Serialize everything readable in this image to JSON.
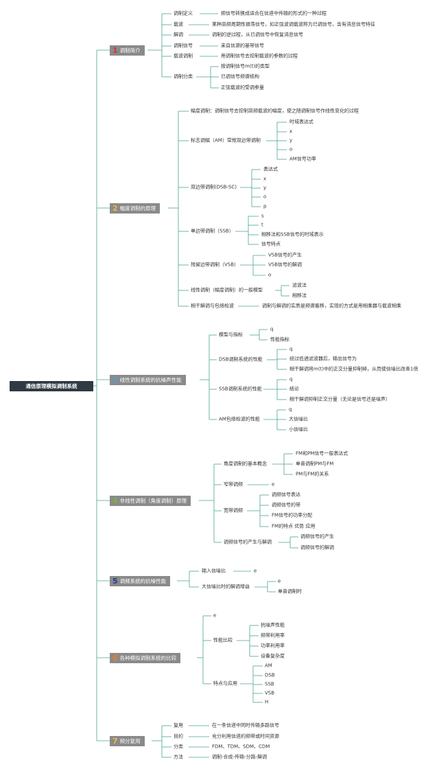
{
  "colors": {
    "line": "#4aa394",
    "section_bg": "#8a8a8a",
    "root_bg": "#2f3a44",
    "num1": "#e0323c",
    "num2": "#f1b542",
    "num3": "#4aa3d8",
    "num4": "#79b63c",
    "num5": "#2b3c8c",
    "num6": "#ef7d2b",
    "num7": "#f2b93a"
  },
  "root": "通信原理模拟调制系统",
  "sections": [
    {
      "num": "1",
      "title": "调制简介"
    },
    {
      "num": "2",
      "title": "幅度调制的原理"
    },
    {
      "num": "3",
      "title": "线性调制系统的抗噪声性能"
    },
    {
      "num": "4",
      "title": "非线性调制（角度调制）原理"
    },
    {
      "num": "5",
      "title": "调频系统的抗噪性能"
    },
    {
      "num": "6",
      "title": "各种模拟调制系统的比较"
    },
    {
      "num": "7",
      "title": "频分复用"
    }
  ],
  "s1": {
    "def": "调制定义",
    "def_d": "把信号转换成适合在信道中传输的形式的一种过程",
    "carrier": "载波",
    "carrier_d": "某种高频周期性振荡信号，如正弦波调载波称为已调信号，含有消息信号特征",
    "demod": "解调",
    "demod_d": "调制的逆过程，从已调信号中恢复消息信号",
    "msg": "调制信号",
    "msg_d": "来自信源的基带信号",
    "cmod": "载波调制",
    "cmod_d": "用调制信号去控制载波的参数的过程",
    "cls": "调制分类",
    "c1": "按调制信号m(t)的类型",
    "c2": "已调信号频谱结构",
    "c3": "正弦载波的受调参量"
  },
  "s2": {
    "am_def": "幅度调制：调制信号去控制高频载波的幅度，使之随调制信号作线性变化的过程",
    "am": "标志调幅（AM）常规双边带调制",
    "am_c": [
      "时域表达式",
      "x",
      "y",
      "o",
      "AM信号功率"
    ],
    "dsb": "双边带调制(DSB-SC)",
    "dsb_c": [
      "表达式",
      "x",
      "y",
      "o",
      "p"
    ],
    "ssb": "单边带调制（SSB）",
    "ssb_c": [
      "s",
      "t",
      "相移法和SSB信号的时域表示",
      "信号特点"
    ],
    "vsb": "残留边带调制（VSB）",
    "vsb_c": [
      "VSB信号的产生",
      "VSB信号的解调",
      "o"
    ],
    "lin": "线性调制（幅度调制）的一般模型",
    "lin_c": [
      "滤波法",
      "相移法"
    ],
    "coh": "相干解调与包络检波",
    "coh_d": "调制与解调的实质是频谱搬移，实现的方式是用相乘器与载波相乘"
  },
  "s3": {
    "model": "模型与指标",
    "model_c": [
      "q",
      "性能指标"
    ],
    "dsb": "DSB调制系统的性能",
    "dsb_c": [
      "q",
      "经过低通滤波器后，输出信号为",
      "相干解调将m(t)中的正交分量抑制掉，从而使信噪比改善1倍"
    ],
    "ssb": "SSB调制系统的性能",
    "ssb_c": [
      "q",
      "结论",
      "相干解调抑制正交分量（无论是信号还是噪声）"
    ],
    "am": "AM包络检波的性能",
    "am_c": [
      "q",
      "大信噪比",
      "小信噪比"
    ]
  },
  "s4": {
    "basic": "角度调制的基本概念",
    "basic_c": [
      "FM和PM信号一般表达式",
      "单音调制PM与FM",
      "PM与FM的关系"
    ],
    "narrow": "窄带调频",
    "narrow_c": "e",
    "wide": "宽带调频",
    "wide_c": [
      "调频信号表达",
      "调频信号的带",
      "FM信号的功率分配",
      "FM的特点 优势 应用"
    ],
    "gen": "调频信号的产生与解调",
    "gen_c": [
      "调频信号的产生",
      "调频信号的解调"
    ]
  },
  "s5": {
    "in": "输入信噪比",
    "in_c": "e",
    "gain": "大信噪比时的解调增益",
    "gain_c": [
      "e",
      "单音调制时"
    ]
  },
  "s6": {
    "e": "e",
    "perf": "性能比较",
    "perf_c": [
      "抗噪声性能",
      "频带利用率",
      "功率利用率",
      "设备复杂度"
    ],
    "app": "特点与应用",
    "app_c": [
      "AM",
      "DSB",
      "SSB",
      "VSB",
      "H"
    ]
  },
  "s7": {
    "mux": "复用",
    "mux_d": "在一条信道中同时传输多路信号",
    "goal": "目的",
    "goal_d": "充分利用信道的频带或时间资源",
    "cls": "分类",
    "cls_d": "FDM、TDM、SDM、CDM",
    "method": "方法",
    "method_d": "调制-合成-传输-分路-解调"
  }
}
